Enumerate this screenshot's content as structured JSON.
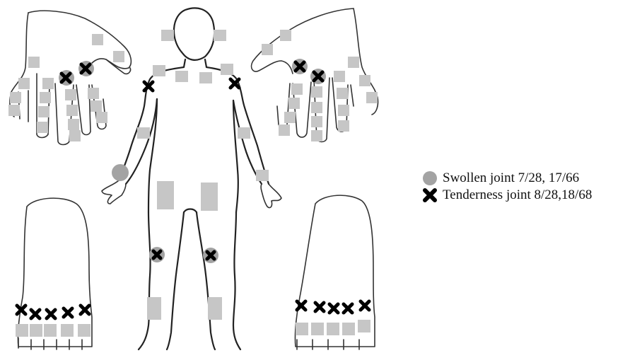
{
  "legend": {
    "swollen_label": "Swollen joint 7/28, 17/66",
    "tender_label": "Tenderness joint 8/28,18/68"
  },
  "colors": {
    "outline": "#222222",
    "joint_square": "#c6c6c6",
    "swollen": "#a3a3a3",
    "tender": "#000000",
    "background": "#ffffff"
  },
  "summary": {
    "swollen_28": "7/28",
    "swollen_66": "17/66",
    "tender_28": "8/28",
    "tender_68": "18/68"
  },
  "icons": {
    "swollen": "grey-circle-icon",
    "tender": "black-x-icon"
  }
}
